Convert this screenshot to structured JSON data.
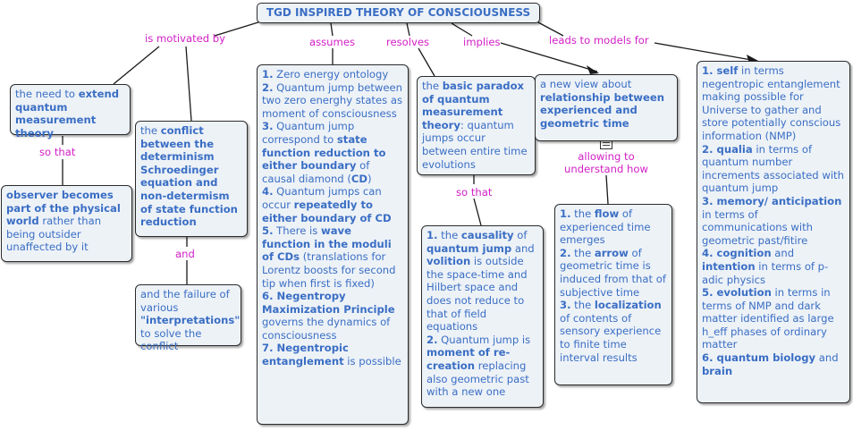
{
  "title": "TGD INSPIRED THEORY OF CONSCIOUSNESS",
  "links": {
    "motivated": "is motivated by",
    "assumes": "assumes",
    "resolves": "resolves",
    "implies": "implies",
    "leads": "leads to models for",
    "so_that_1": "so that",
    "and": "and",
    "so_that_2": "so that",
    "allowing": "allowing to understand how"
  },
  "nodes": {
    "extend": {
      "t1": "the need to ",
      "b1": "extend quantum measurement theory"
    },
    "observer": {
      "b1": "observer becomes part of the physical world",
      "t1": " rather than being outsider unaffected by it"
    },
    "conflict": {
      "t1": "the ",
      "b1": "conflict between the determinism Schroedinger equation and non-determism of state function reduction"
    },
    "failure": {
      "t1": "and the failure of various ",
      "b1": "\"interpretations\"",
      "t2": " to solve the conflict"
    },
    "assumes": {
      "n1": "1.",
      "t1": " Zero energy ontology",
      "n2": "2.",
      "t2": " Quantum jump between two zero energhy states as moment of consciousness",
      "n3": "3.",
      "t3a": " Quantum jump correspond to ",
      "b3a": "state function reduction to either boundary",
      "t3b": " of causal diamond (",
      "b3b": "CD",
      "t3c": ")",
      "n4": "4.",
      "t4a": " Quantum jumps can occur ",
      "b4": "repeatedly to either boundary of CD",
      "n5": "5.",
      "t5a": " There is ",
      "b5": "wave function in the moduli of CDs",
      "t5b": " (translations for Lorentz boosts for second tip when first is fixed)",
      "n6": "6.",
      "b6": " Negentropy Maximization Principle",
      "t6": " governs the dynamics of consciousness",
      "n7": "7.",
      "b7": " Negentropic entanglement",
      "t7": " is possible"
    },
    "paradox": {
      "t1": "the ",
      "b1": "basic paradox of quantum measurement theory",
      "t2": ": quantum jumps occur between entire time evolutions"
    },
    "causality": {
      "n1": "1.",
      "t1a": " the ",
      "b1a": "causality",
      "t1b": " of ",
      "b1b": "quantum jump",
      "t1c": " and ",
      "b1c": "volition",
      "t1d": " is outside the space-time and Hilbert space and does not reduce to that of field equations",
      "n2": "2.",
      "t2a": " Quantum jump is ",
      "b2": "moment of re-creation",
      "t2b": " replacing also geometric past with a new one"
    },
    "newview": {
      "t1": "a new view about ",
      "b1": "relationship between experienced and geometric time"
    },
    "flow": {
      "n1": "1.",
      "t1a": " the ",
      "b1": "flow",
      "t1b": " of experienced time emerges",
      "n2": "2.",
      "t2a": " the ",
      "b2": "arrow",
      "t2b": " of geometric time is induced from that of subjective time",
      "n3": "3.",
      "t3a": " the ",
      "b3": "localization",
      "t3b": " of contents of sensory experience to finite time interval results"
    },
    "models": {
      "n1": "1.",
      "b1": " self",
      "t1": " in terms negentropic entanglement making possible for Universe to gather and store potentially conscious information (NMP)",
      "n2": "2.",
      "b2": " qualia",
      "t2": " in terms of quantum number increments associated with quantum jump",
      "n3": "3",
      "b3": ". memory/ anticipation",
      "t3": " in terms of communications with geometric past/fitire",
      "n4": "4.",
      "b4a": " cognition",
      "t4a": " and ",
      "b4b": "intention",
      "t4b": " in terms of p-adic physics",
      "n5": "5.",
      "b5": " evolution",
      "t5": " in terms in terms of NMP and dark matter identified as large h_eff phases of ordinary matter",
      "n6": "6.",
      "b6": " quantum biology",
      "t6": " and ",
      "b6b": "brain"
    }
  }
}
